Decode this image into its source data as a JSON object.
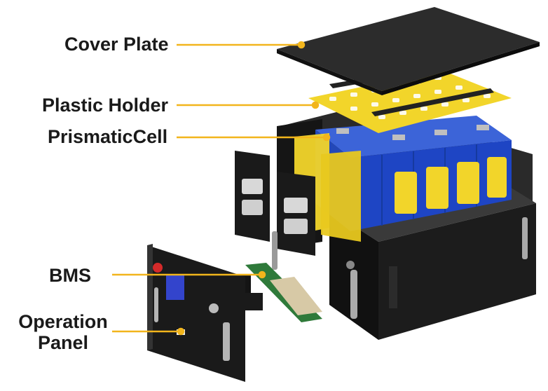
{
  "labels": {
    "cover_plate": "Cover Plate",
    "plastic_holder": "Plastic Holder",
    "prismatic_cell": "PrismaticCell",
    "bms": "BMS",
    "operation_panel_line1": "Operation",
    "operation_panel_line2": "Panel"
  },
  "colors": {
    "leader_line": "#f2b51c",
    "cell_blue": "#1e4fd0",
    "yellow_sheet": "#f2d52a",
    "dark_metal": "#1b1b1b",
    "pcb_green": "#2f7a3a"
  }
}
